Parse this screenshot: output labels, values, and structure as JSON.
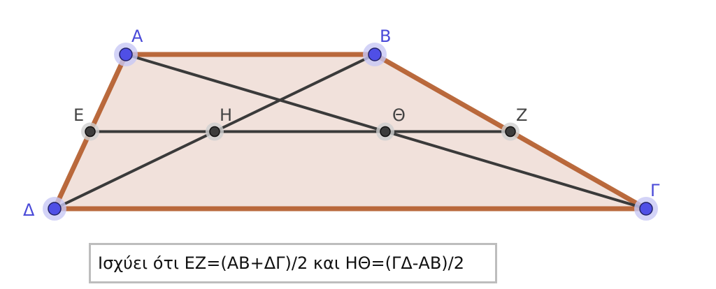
{
  "figure": {
    "colors": {
      "fill": "#f1e1db",
      "border": "#b35a28",
      "segment": "#3a3a3a",
      "vertex": "#4f4fe6",
      "vertex_halo": "#c8c8f5",
      "midpoint": "#3c3c3c",
      "midpoint_halo": "#cfcfcf",
      "vertex_label": "#4a4ad8",
      "midpoint_label": "#444444"
    },
    "labels": {
      "A": "A",
      "B": "B",
      "G": "Γ",
      "D": "Δ",
      "E": "E",
      "Z": "Z",
      "H": "H",
      "TH": "Θ"
    }
  },
  "caption": {
    "text": "Ισχύει ότι ΕΖ=(ΑΒ+ΔΓ)/2 και ΗΘ=(ΓΔ-ΑΒ)/2"
  }
}
